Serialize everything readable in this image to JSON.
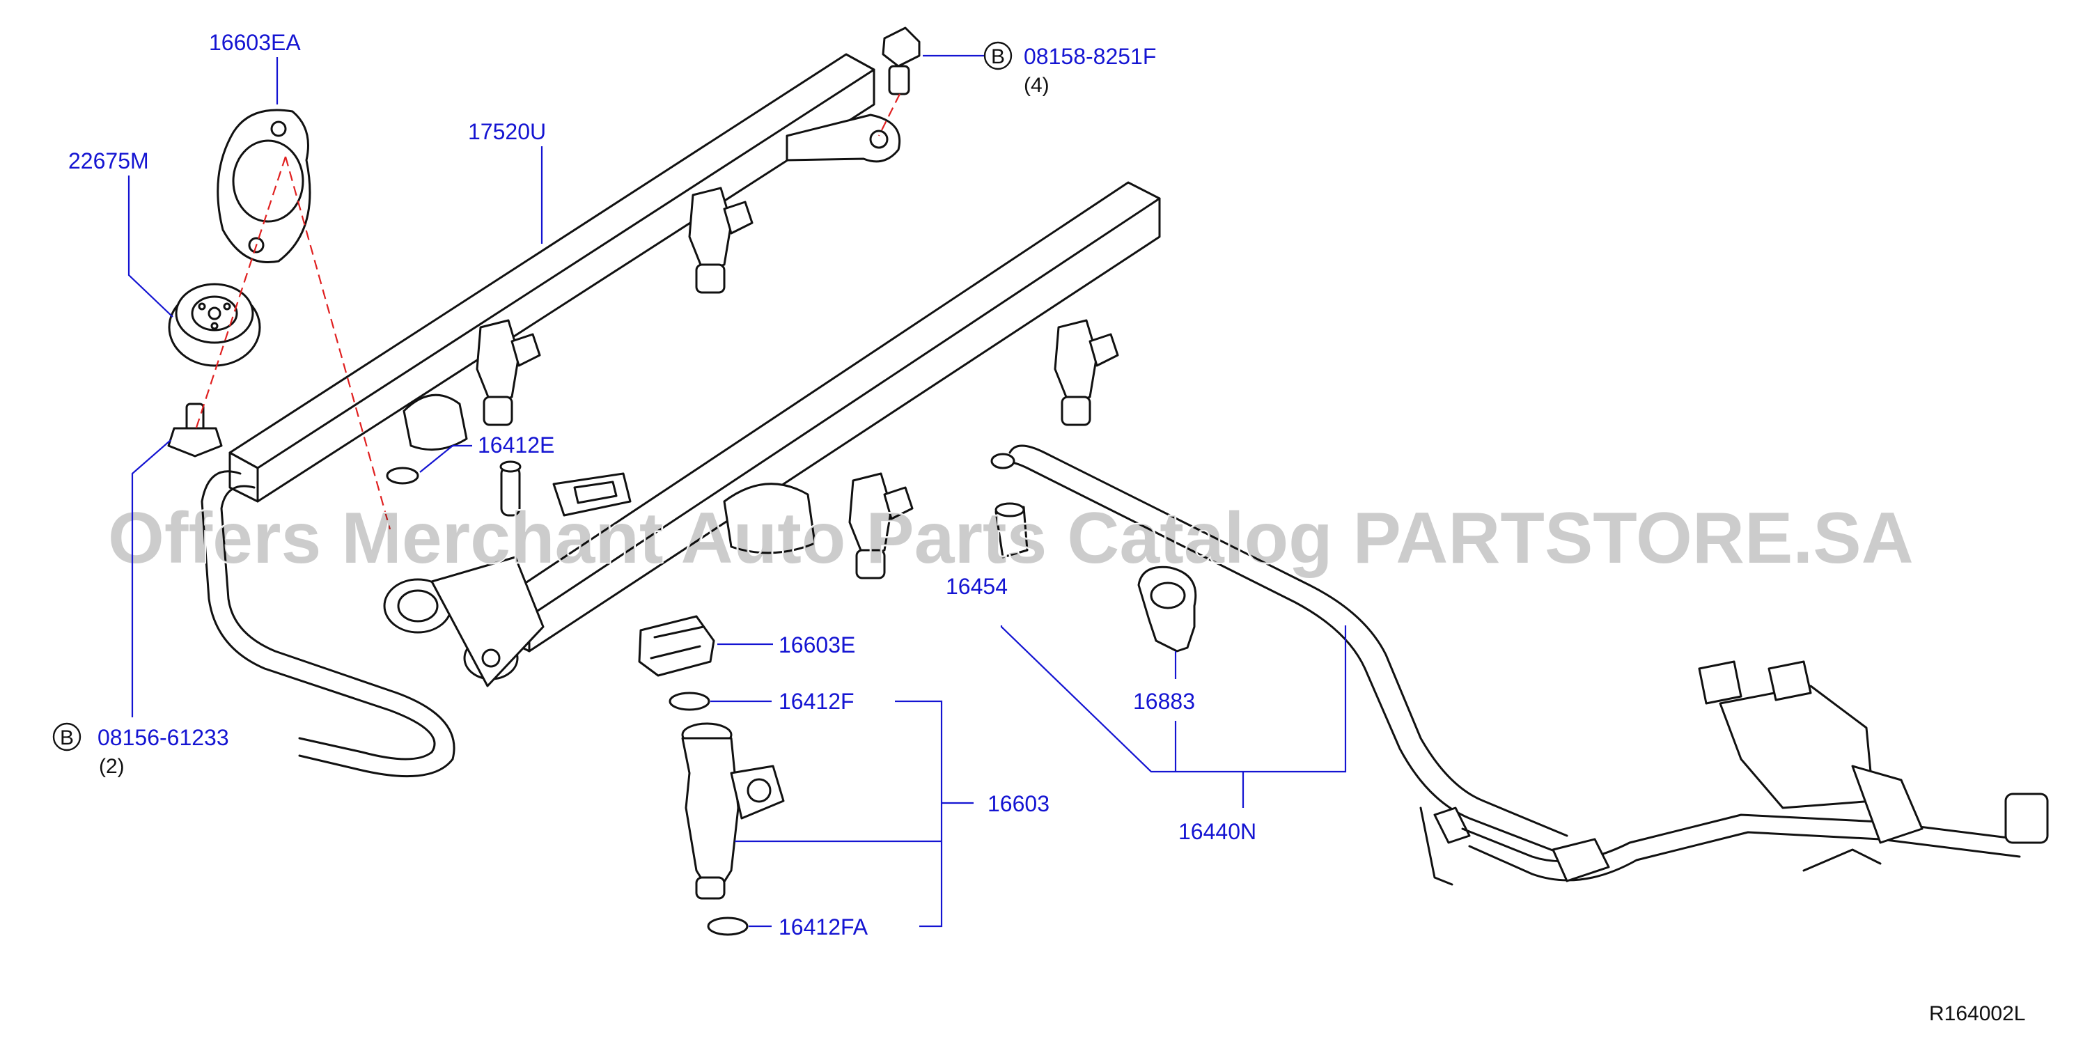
{
  "diagram": {
    "watermark": "Offers Merchant Auto Parts Catalog PARTSTORE.SA",
    "drawing_number": "R164002L",
    "callouts": {
      "p16603EA": "16603EA",
      "p22675M": "22675M",
      "p17520U": "17520U",
      "p16412E": "16412E",
      "p16454": "16454",
      "p16603E": "16603E",
      "p16412F": "16412F",
      "p16603": "16603",
      "p16412FA": "16412FA",
      "p16883": "16883",
      "p16440N": "16440N",
      "bolt_top": {
        "badge": "B",
        "part": "08158-8251F",
        "qty": "(4)"
      },
      "bolt_left": {
        "badge": "B",
        "part": "08156-61233",
        "qty": "(2)"
      }
    }
  }
}
